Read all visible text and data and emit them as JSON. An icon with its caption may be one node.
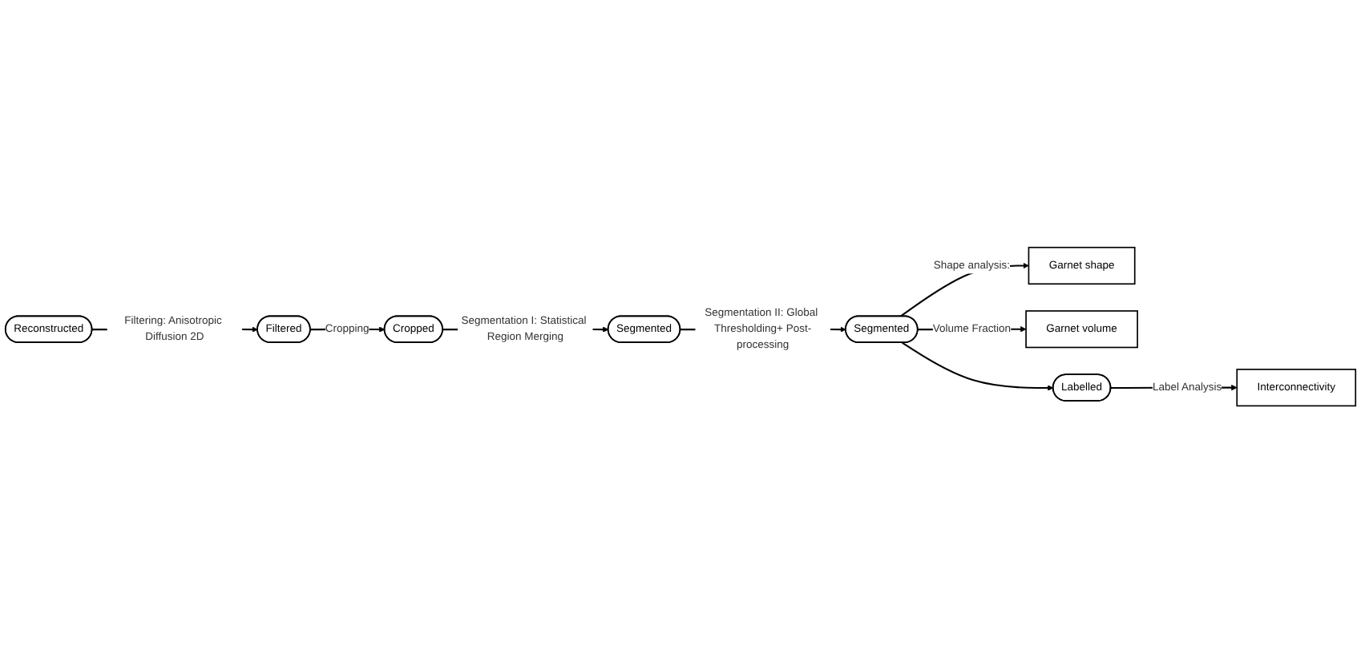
{
  "diagram": {
    "nodes": [
      {
        "text": [
          "Reconstructed"
        ]
      },
      {
        "text": [
          "Filtered"
        ]
      },
      {
        "text": [
          "Cropped"
        ]
      },
      {
        "text": [
          "Segmented"
        ]
      },
      {
        "text": [
          "Segmented"
        ]
      },
      {
        "text": [
          "Garnet shape"
        ]
      },
      {
        "text": [
          "Garnet volume"
        ]
      },
      {
        "text": [
          "Labelled"
        ]
      },
      {
        "text": [
          "Interconnectivity"
        ]
      }
    ],
    "edges": [
      {
        "from": 0,
        "to": 1,
        "arrow": "to",
        "label": "Filtering: Anisotropic Diffusion 2D"
      },
      {
        "from": 1,
        "to": 2,
        "arrow": "to",
        "label": "Cropping"
      },
      {
        "from": 2,
        "to": 3,
        "arrow": "to",
        "label": "Segmentation I: Statistical Region Merging"
      },
      {
        "from": 3,
        "to": 4,
        "arrow": "to",
        "label": "Segmentation II: Global Thresholding+ Post-processing"
      },
      {
        "from": 4,
        "to": 5,
        "arrow": "to",
        "label": "Shape analysis:"
      },
      {
        "from": 4,
        "to": 6,
        "arrow": "to",
        "label": "Volume Fraction"
      },
      {
        "from": 4,
        "to": 7,
        "arrow": "to"
      },
      {
        "from": 7,
        "to": 8,
        "arrow": "to",
        "label": "Label Analysis"
      }
    ]
  }
}
